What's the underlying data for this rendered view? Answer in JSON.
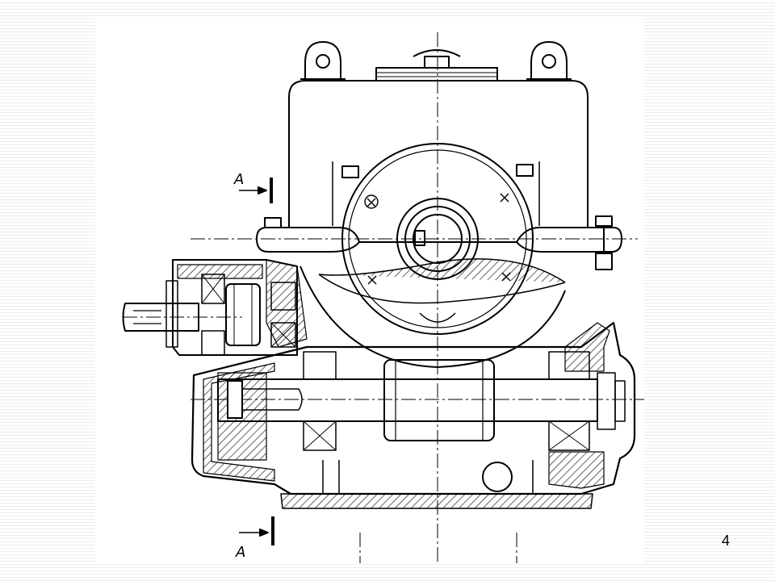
{
  "slide": {
    "page_number": "4"
  },
  "drawing": {
    "section_marker_top": "A",
    "section_marker_bottom": "A"
  },
  "colors": {
    "line": "#000000",
    "background": "#ffffff"
  }
}
